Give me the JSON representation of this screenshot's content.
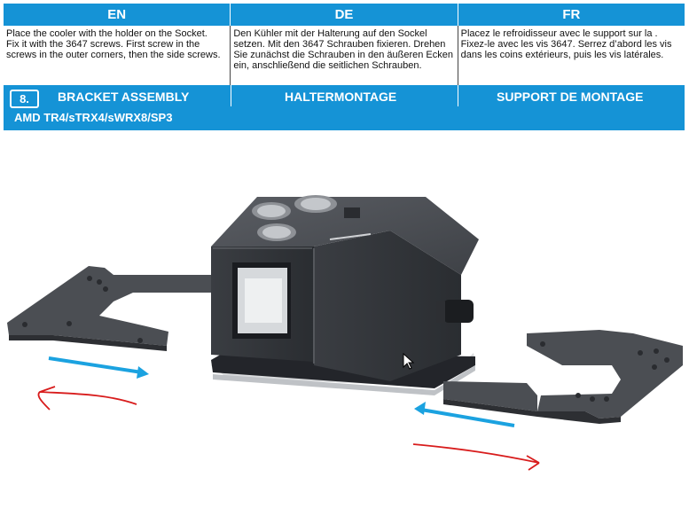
{
  "header": {
    "en": "EN",
    "de": "DE",
    "fr": "FR"
  },
  "text": {
    "en": "Place the cooler with the holder on the Socket.\nFix it with the 3647 screws. First screw in the screws in the outer corners, then the side screws.",
    "de": "Den Kühler mit der Halterung auf den Sockel setzen. Mit den 3647 Schrauben fixieren. Drehen Sie zunächst die Schrauben in den äußeren Ecken ein, anschließend die seitlichen Schrauben.",
    "fr": "Placez le refroidisseur avec le support sur la . Fixez-le avec les vis 3647. Serrez d’abord les vis dans les coins extérieurs, puis les vis latérales."
  },
  "step": {
    "number": "8.",
    "title_en": "BRACKET ASSEMBLY",
    "title_de": "HALTERMONTAGE",
    "title_fr": "SUPPORT DE MONTAGE",
    "subtitle": "AMD TR4/sTRX4/sWRX8/SP3"
  },
  "colors": {
    "accent": "#1593d6",
    "arrow_blue": "#1ba2e0",
    "arrow_red": "#d81c1c"
  },
  "icons": [
    "cooler-illustration",
    "bracket-left",
    "bracket-right",
    "arrow-right-blue",
    "arrow-left-blue",
    "arrow-left-red",
    "arrow-right-red",
    "mouse-cursor-icon"
  ]
}
